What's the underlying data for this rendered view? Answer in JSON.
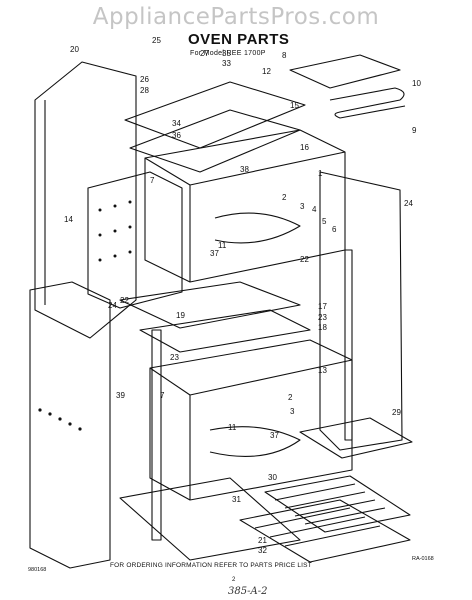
{
  "watermark": "AppliancePartsPros.com",
  "header": {
    "title": "OVEN PARTS",
    "subtitle": "For Model REE 1700P"
  },
  "callouts": [
    {
      "id": "c1",
      "label": "1"
    },
    {
      "id": "c2",
      "label": "2"
    },
    {
      "id": "c3",
      "label": "3"
    },
    {
      "id": "c4",
      "label": "4"
    },
    {
      "id": "c5",
      "label": "5"
    },
    {
      "id": "c6",
      "label": "6"
    },
    {
      "id": "c7",
      "label": "7"
    },
    {
      "id": "c7b",
      "label": "7"
    },
    {
      "id": "c8",
      "label": "8"
    },
    {
      "id": "c9",
      "label": "9"
    },
    {
      "id": "c10",
      "label": "10"
    },
    {
      "id": "c11",
      "label": "11"
    },
    {
      "id": "c11b",
      "label": "11"
    },
    {
      "id": "c12",
      "label": "12"
    },
    {
      "id": "c13",
      "label": "13"
    },
    {
      "id": "c14",
      "label": "14"
    },
    {
      "id": "c15",
      "label": "15"
    },
    {
      "id": "c16",
      "label": "16"
    },
    {
      "id": "c17",
      "label": "17"
    },
    {
      "id": "c18",
      "label": "18"
    },
    {
      "id": "c19",
      "label": "19"
    },
    {
      "id": "c20",
      "label": "20"
    },
    {
      "id": "c21",
      "label": "21"
    },
    {
      "id": "c22",
      "label": "22"
    },
    {
      "id": "c22b",
      "label": "22"
    },
    {
      "id": "c23",
      "label": "23"
    },
    {
      "id": "c23b",
      "label": "23"
    },
    {
      "id": "c24",
      "label": "24"
    },
    {
      "id": "c24b",
      "label": "24"
    },
    {
      "id": "c25",
      "label": "25"
    },
    {
      "id": "c26",
      "label": "26"
    },
    {
      "id": "c27",
      "label": "27"
    },
    {
      "id": "c28",
      "label": "28"
    },
    {
      "id": "c29",
      "label": "29"
    },
    {
      "id": "c30",
      "label": "30"
    },
    {
      "id": "c31",
      "label": "31"
    },
    {
      "id": "c32",
      "label": "32"
    },
    {
      "id": "c33",
      "label": "33"
    },
    {
      "id": "c34",
      "label": "34"
    },
    {
      "id": "c35",
      "label": "35"
    },
    {
      "id": "c36",
      "label": "36"
    },
    {
      "id": "c37",
      "label": "37"
    },
    {
      "id": "c37b",
      "label": "37"
    },
    {
      "id": "c38",
      "label": "38"
    },
    {
      "id": "c39",
      "label": "39"
    },
    {
      "id": "c2b",
      "label": "2"
    },
    {
      "id": "c3b",
      "label": "3"
    }
  ],
  "footer": {
    "note": "FOR ORDERING INFORMATION REFER TO PARTS PRICE LIST",
    "code_left": "980168",
    "code_right": "RA-0168",
    "page": "2",
    "handwritten": "385-A-2"
  }
}
